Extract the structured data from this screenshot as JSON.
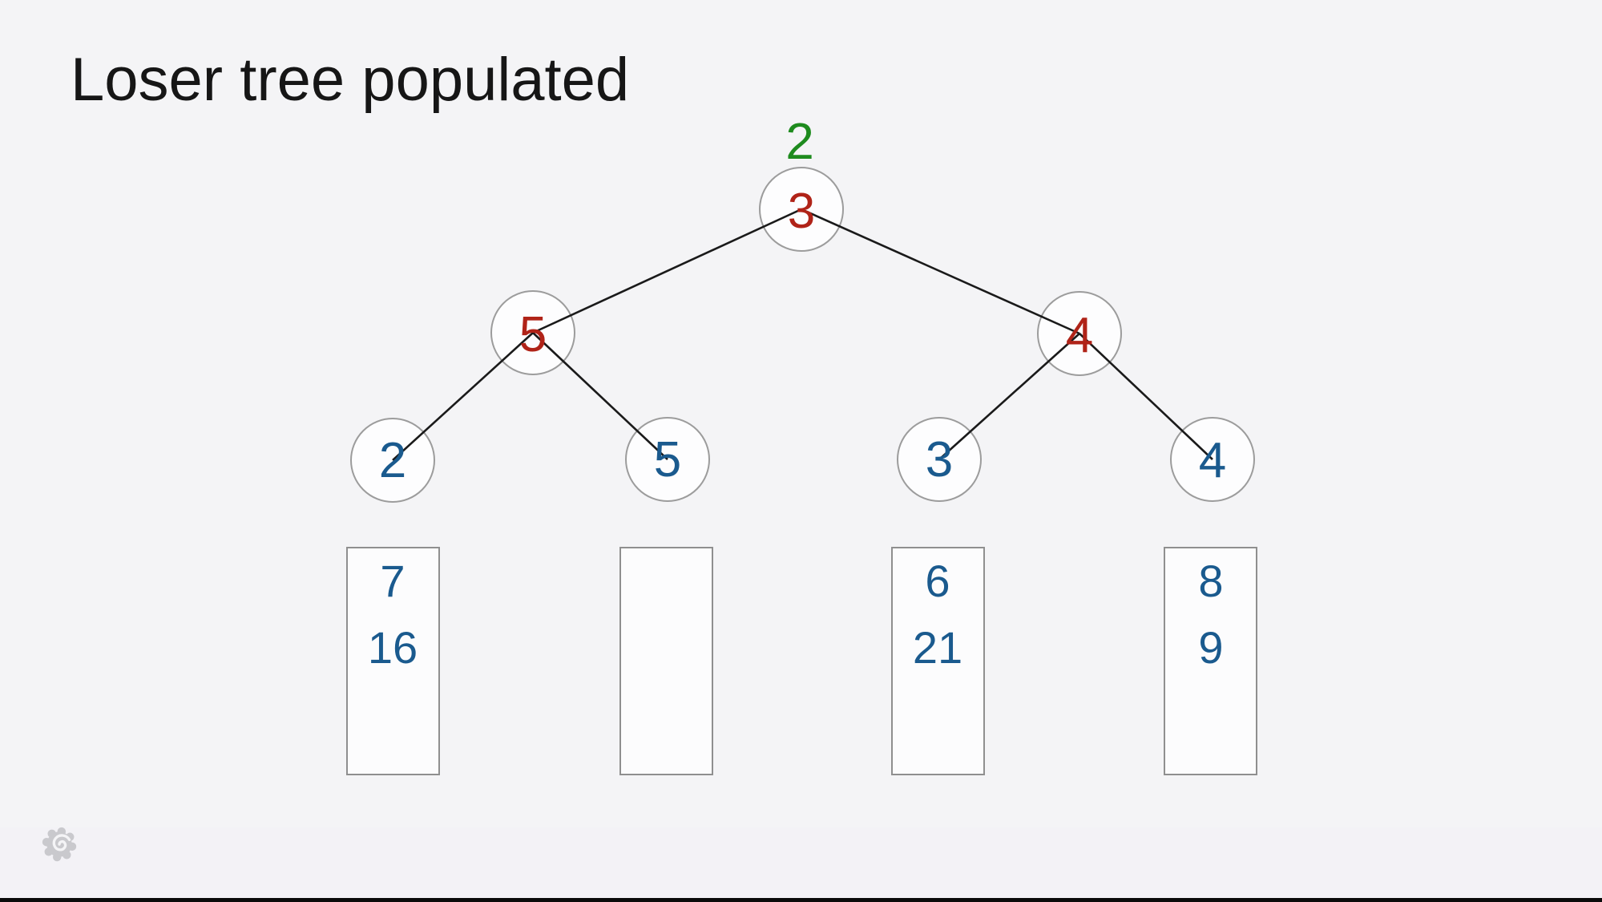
{
  "slide": {
    "title": "Loser tree populated"
  },
  "tree": {
    "winner": "2",
    "root": "3",
    "internal": [
      "5",
      "4"
    ],
    "leaves": [
      "2",
      "5",
      "3",
      "4"
    ]
  },
  "queues": [
    {
      "values": [
        "7",
        "16"
      ]
    },
    {
      "values": []
    },
    {
      "values": [
        "6",
        "21"
      ]
    },
    {
      "values": [
        "8",
        "9"
      ]
    }
  ],
  "colors": {
    "winner_green": "#1e8b1e",
    "loser_red": "#b02318",
    "value_blue": "#1a5a8e",
    "edge_black": "#1a1a1a",
    "circle_stroke": "#9c9c9c",
    "background": "#f4f4f6"
  },
  "icons": {
    "watermark": "grafana-gear-icon"
  }
}
